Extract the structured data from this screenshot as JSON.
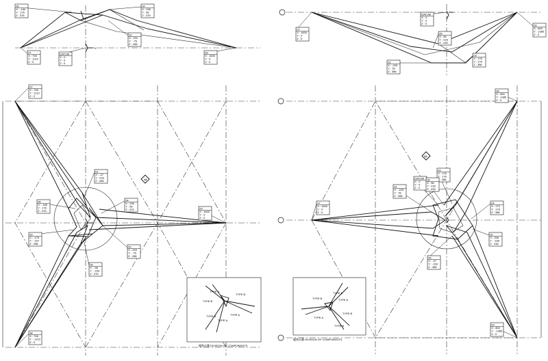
{
  "points": {
    "top_left": [
      {
        "id": "06",
        "x": "X : -160",
        "y": "Y : 176",
        "z": "Z : 376"
      },
      {
        "id": "04",
        "x": "X : 236",
        "y": "Y : 55",
        "z": "Z : 376"
      },
      {
        "id": "02",
        "x": "X : 233",
        "y": "Y : -75",
        "z": "Z : 286"
      },
      {
        "id": "07",
        "x": "X : 706",
        "y": "Y : 1212",
        "z": "Z : 0"
      },
      {
        "id": "DATUM",
        "x": "X : 0",
        "y": "Y : 0",
        "z": "Z : 0"
      },
      {
        "id": "09",
        "x": "X : 1600",
        "y": "Y : 0",
        "z": "Z : 0"
      }
    ],
    "top_right": [
      {
        "id": "DATUM",
        "x": "X : 0",
        "y": "Y : 0",
        "z": "Z : 0"
      },
      {
        "id": "07",
        "x": "X : 1600",
        "y": "Y : 0",
        "z": "Z : 0"
      },
      {
        "id": "05",
        "x": "X : 56",
        "y": "Y : 233",
        "z": "Z : 418"
      },
      {
        "id": "01",
        "x": "X : -225",
        "y": "Y : 78",
        "z": "Z : 386"
      },
      {
        "id": "03",
        "x": "X : 176",
        "y": "Y : 176",
        "z": "Z : 386"
      },
      {
        "id": "09",
        "x": "X : 800",
        "y": "Y : 1385",
        "z": "Z : 0"
      }
    ],
    "plan_left": [
      {
        "id": "07",
        "x": "X : 706",
        "y": "Y : 1212",
        "z": "Z : 0"
      },
      {
        "id": "01",
        "x": "X : -47",
        "y": "Y : 233",
        "z": "Z : 286"
      },
      {
        "id": "06",
        "x": "X : -160",
        "y": "Y : 176",
        "z": "Z : 376"
      },
      {
        "id": "04",
        "x": "X : 236",
        "y": "Y : 55",
        "z": "Z : 376"
      },
      {
        "id": "09",
        "x": "X : 1600",
        "y": "Y : 0",
        "z": "Z : 0"
      },
      {
        "id": "03",
        "x": "X : -176",
        "y": "Y : -157",
        "z": "Z : 286"
      },
      {
        "id": "02",
        "x": "X : 233",
        "y": "Y : -75",
        "z": "Z : 286"
      },
      {
        "id": "05",
        "x": "X : -56",
        "y": "Y : -233",
        "z": "Z : 376"
      },
      {
        "id": "08",
        "x": "X : 706",
        "y": "Y : -1212",
        "z": "Z : 0"
      }
    ],
    "plan_right": [
      {
        "id": "08",
        "x": "X : 800",
        "y": "Y : 1385",
        "z": "Z : 0"
      },
      {
        "id": "DATUM",
        "x": "X : 0",
        "y": "Y : 0",
        "z": "Z : 0"
      },
      {
        "id": "03",
        "x": "X : 176",
        "y": "Y : 176",
        "z": "Z : 386"
      },
      {
        "id": "01",
        "x": "X : -225",
        "y": "Y : 78",
        "z": "Z : 386"
      },
      {
        "id": "07",
        "x": "X : 1600",
        "y": "Y : 0",
        "z": "Z : 0"
      },
      {
        "id": "05",
        "x": "X : 56",
        "y": "Y : 233",
        "z": "Z : 418"
      },
      {
        "id": "04",
        "x": "X : 170",
        "y": "Y : 178",
        "z": "Z : 386"
      },
      {
        "id": "02",
        "x": "X : 158",
        "y": "Y : -160",
        "z": "Z : 418"
      },
      {
        "id": "06",
        "x": "X : -47",
        "y": "Y : -233",
        "z": "Z : 386"
      },
      {
        "id": "09",
        "x": "X : 800",
        "y": "Y : -1385",
        "z": "Z : 0"
      }
    ]
  },
  "inset": {
    "caption": "組合示意 DIVISION OF COMPONENTS",
    "left_labels": [
      "TYPE A",
      "TYPE B",
      "TYPE A",
      "TYPE B",
      "TYPE A",
      "TYPE B"
    ],
    "right_labels": [
      "TYPE B",
      "TYPE A",
      "TYPE A",
      "TYPE B",
      "TYPE B",
      "TYPE A"
    ]
  },
  "axis_letter": "X",
  "north_marks": [
    "12",
    "12"
  ],
  "dim_values": [
    "1600",
    "1600",
    "1600"
  ]
}
